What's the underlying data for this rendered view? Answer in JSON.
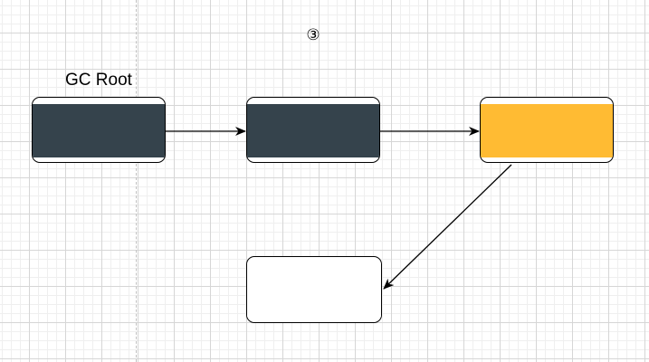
{
  "diagram": {
    "step_marker": "③",
    "root_label": "GC Root",
    "colors": {
      "node_dark": "#35434c",
      "node_highlight": "#ffbb33",
      "node_empty": "#ffffff",
      "stroke": "#000000"
    },
    "nodes": [
      {
        "id": "node-root",
        "style": "dark"
      },
      {
        "id": "node-mid",
        "style": "dark"
      },
      {
        "id": "node-target",
        "style": "highlight"
      },
      {
        "id": "node-empty",
        "style": "empty"
      }
    ],
    "edges": [
      {
        "from": "node-root",
        "to": "node-mid"
      },
      {
        "from": "node-mid",
        "to": "node-target"
      },
      {
        "from": "node-target",
        "to": "node-empty"
      }
    ]
  }
}
